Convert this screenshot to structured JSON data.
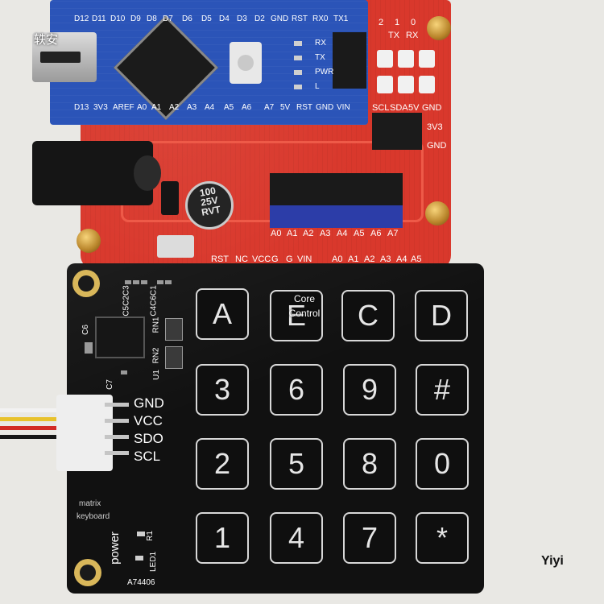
{
  "watermarks": {
    "top_left": "轶安",
    "bottom_right": "Yiyi"
  },
  "overlay_label": {
    "line1": "Core",
    "line2": "Control"
  },
  "nano": {
    "top_pins": [
      "D12",
      "D11",
      "D10",
      "D9",
      "D8",
      "D7",
      "D6",
      "D5",
      "D4",
      "D3",
      "D2",
      "GND",
      "RST",
      "RX0",
      "TX1"
    ],
    "bottom_pins": [
      "D13",
      "3V3",
      "AREF",
      "A0",
      "A1",
      "A2",
      "A3",
      "A4",
      "A5",
      "A6",
      "A7",
      "5V",
      "RST",
      "GND",
      "VIN"
    ],
    "leds": [
      "RX",
      "TX",
      "PWR",
      "L"
    ]
  },
  "shield": {
    "top_right_labels": [
      "2",
      "1",
      "0"
    ],
    "uart_labels": [
      "TX",
      "RX"
    ],
    "i2c_labels": [
      "SCL",
      "SDA",
      "5V",
      "GND"
    ],
    "side_labels": [
      "3V3",
      "GND"
    ],
    "analog_header": [
      "A0",
      "A1",
      "A2",
      "A3",
      "A4",
      "A5",
      "A6",
      "A7"
    ],
    "bottom_left_labels": [
      "RST",
      "NC",
      "VCC",
      "G",
      "G",
      "VIN"
    ],
    "bottom_right_labels": [
      "A0",
      "A1",
      "A2",
      "A3",
      "A4",
      "A5"
    ],
    "capacitor": {
      "line1": "100",
      "line2": "25V",
      "line3": "RVT"
    }
  },
  "keypad": {
    "connector_labels": [
      "GND",
      "VCC",
      "SDO",
      "SCL"
    ],
    "component_labels": [
      "C5C2C3",
      "C4C6C1",
      "RN1",
      "RN2",
      "U1",
      "C6",
      "C7",
      "R1",
      "LED1"
    ],
    "title_line1": "matrix",
    "title_line2": "keyboard",
    "power_label": "power",
    "model": "A74406",
    "keys": [
      [
        "A",
        "E",
        "C",
        "D"
      ],
      [
        "3",
        "6",
        "9",
        "#"
      ],
      [
        "2",
        "5",
        "8",
        "0"
      ],
      [
        "1",
        "4",
        "7",
        "*"
      ]
    ]
  }
}
